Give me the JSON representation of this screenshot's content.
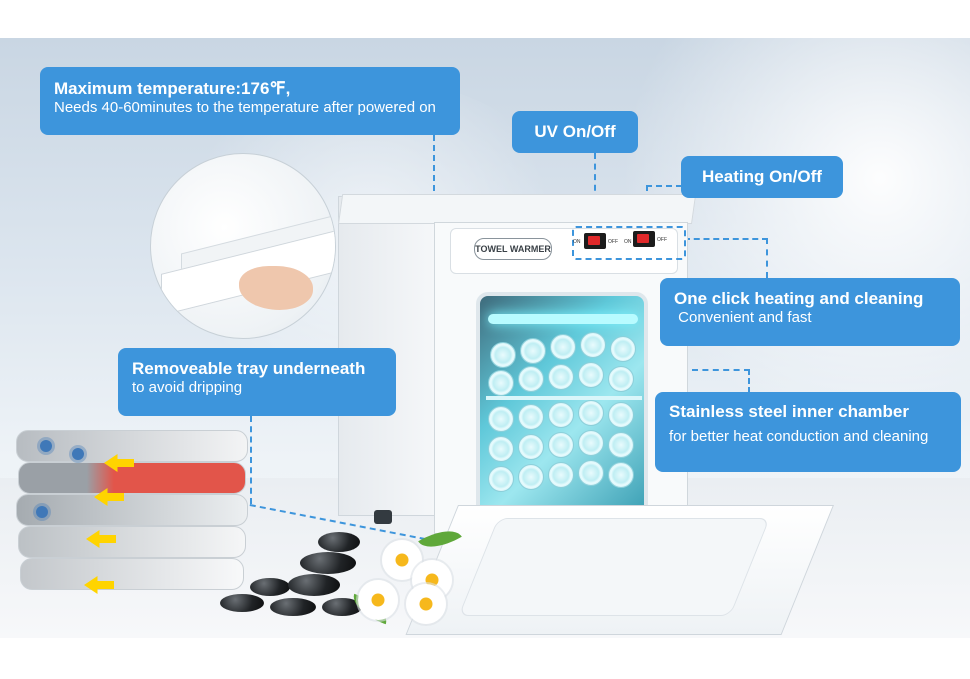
{
  "callouts": {
    "temperature": {
      "title": "Maximum temperature:176℉,",
      "subtitle": "Needs 40-60minutes to the temperature after powered on"
    },
    "uv": {
      "title": "UV On/Off"
    },
    "heating": {
      "title": "Heating On/Off"
    },
    "one_click": {
      "title": "One click heating and cleaning",
      "subtitle": " Convenient and fast"
    },
    "tray": {
      "title": "Removeable tray underneath",
      "subtitle": "to avoid dripping"
    },
    "chamber": {
      "title": "Stainless steel inner chamber",
      "subtitle": "for better heat conduction and cleaning"
    }
  },
  "device": {
    "brand_label": "TOWEL WARMER",
    "switch_on": "ON",
    "switch_off": "OFF"
  },
  "colors": {
    "callout": "#3d95dc",
    "switch": "#e0282a",
    "uv_glow": "#5fc8d9",
    "arrow": "#ffd400"
  }
}
